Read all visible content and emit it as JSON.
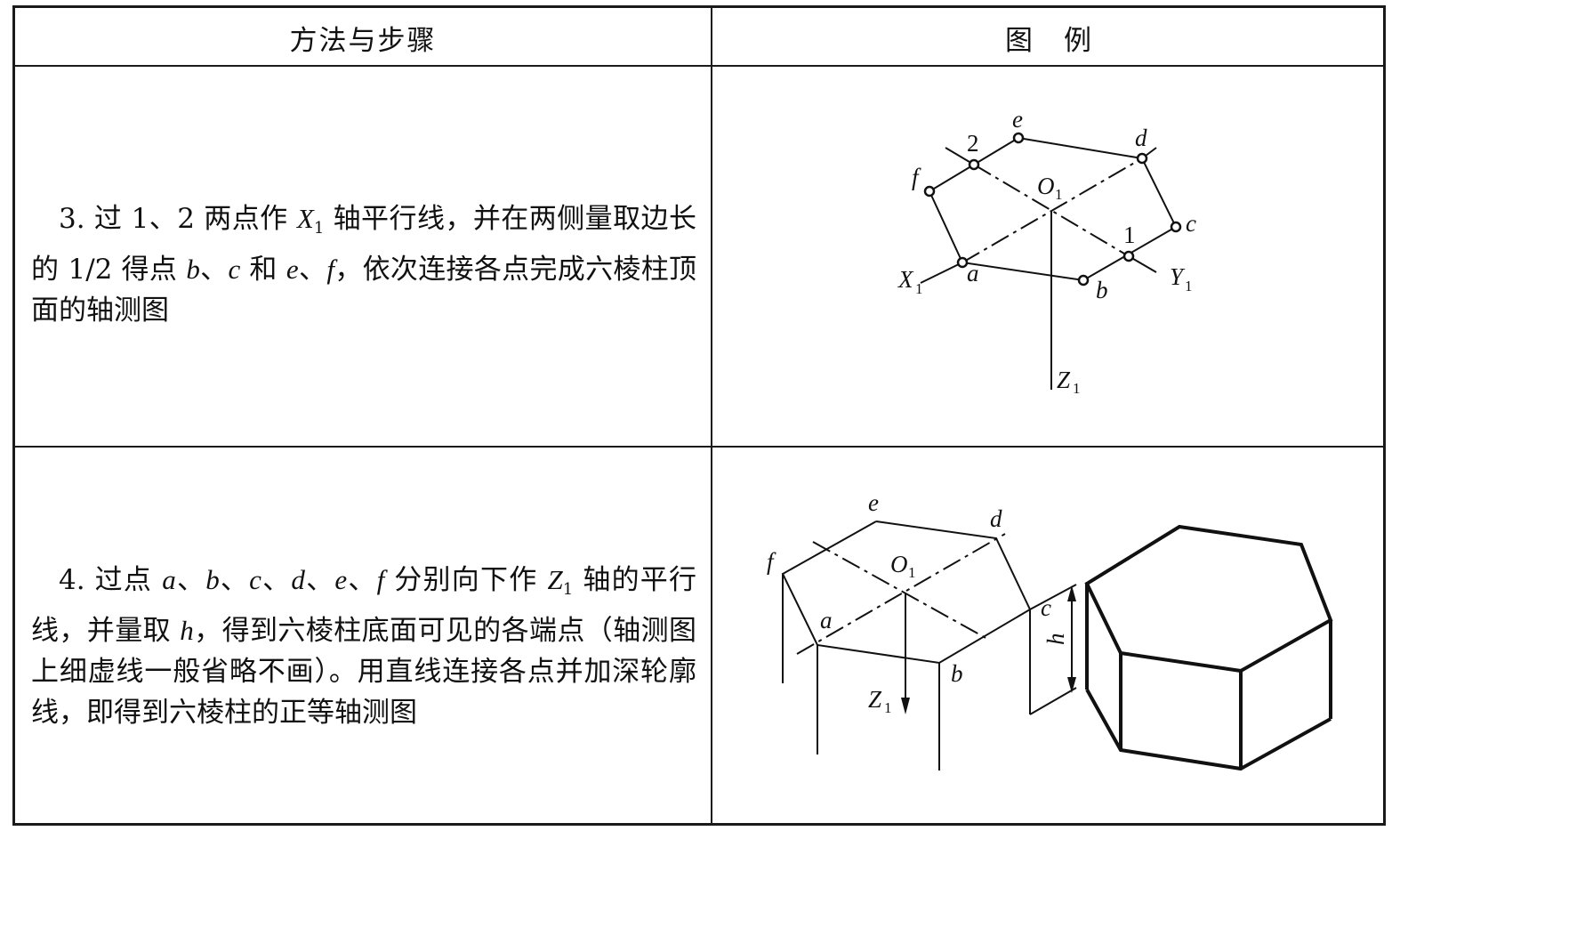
{
  "header": {
    "col1": "方法与步骤",
    "col2": "图　例"
  },
  "step3": {
    "num": "3. 过 1、2 两点作 ",
    "axis": "X",
    "axis_sub": "1",
    "t1": " 轴平行线，并在两侧量取边长的 1/2 得点 ",
    "b": "b",
    "sep1": "、",
    "c": "c",
    "and": " 和 ",
    "e": "e",
    "sep2": "、",
    "f": "f",
    "t2": "，依次连接各点完成六棱柱顶面的轴测图"
  },
  "step4": {
    "num": "4. 过点 ",
    "a": "a",
    "b": "b",
    "c": "c",
    "d": "d",
    "e": "e",
    "f": "f",
    "sep": "、",
    "t1": " 分别向下作 ",
    "axis": "Z",
    "axis_sub": "1",
    "t2": " 轴的平行线，并量取 ",
    "h": "h",
    "t3": "，得到六棱柱底面可见的各端点（轴测图上细虚线一般省略不画）。用直线连接各点并加深轮廓线，即得到六棱柱的正等轴测图"
  },
  "fig1": {
    "labels": {
      "e": "e",
      "d": "d",
      "two": "2",
      "f": "f",
      "O": "O",
      "O_sub": "1",
      "c": "c",
      "one": "1",
      "X": "X",
      "X_sub": "1",
      "a": "a",
      "b": "b",
      "Y": "Y",
      "Y_sub": "1",
      "Z": "Z",
      "Z_sub": "1"
    }
  },
  "fig2": {
    "labels": {
      "e": "e",
      "d": "d",
      "f": "f",
      "O": "O",
      "O_sub": "1",
      "c": "c",
      "a": "a",
      "h": "h",
      "b": "b",
      "Z": "Z",
      "Z_sub": "1"
    }
  }
}
